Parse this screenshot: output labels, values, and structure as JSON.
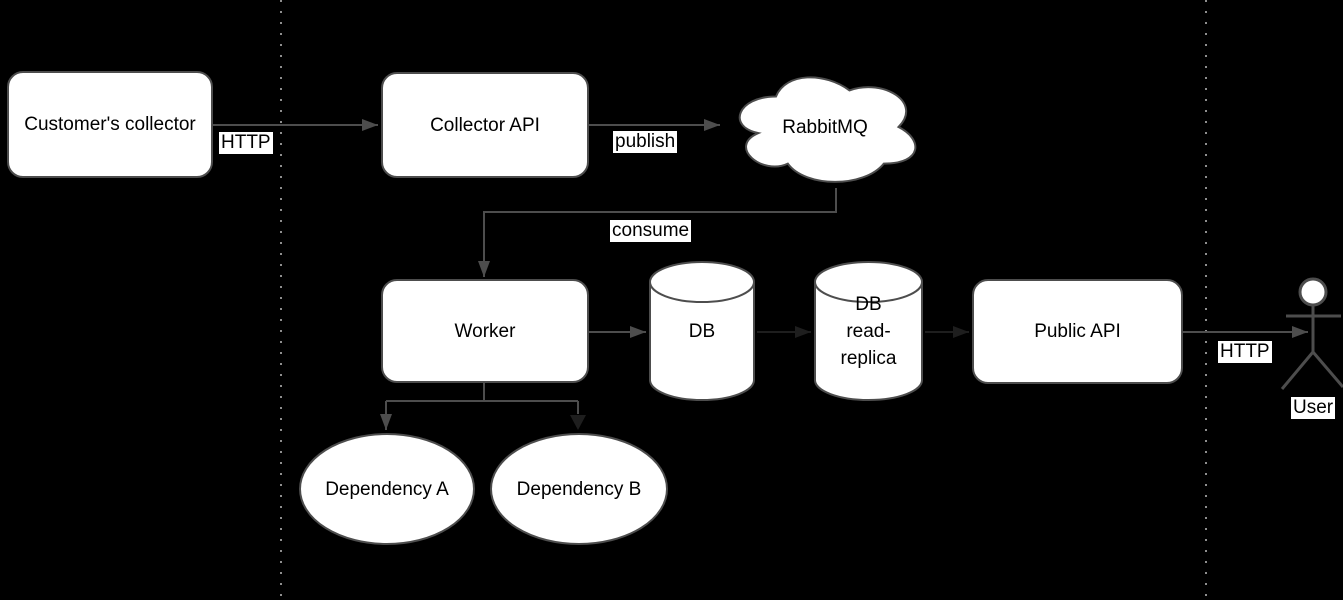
{
  "diagram_title": "",
  "colors": {
    "background": "#000000",
    "shape_fill": "#ffffff",
    "shape_stroke": "#4d4d4d",
    "faint_stroke": "#1e1e1e",
    "boundary_dotted": "#8f8f8f",
    "text": "#000000",
    "label_chip_bg": "#ffffff"
  },
  "nodes": {
    "customers_collector": {
      "label": "Customer's collector",
      "shape": "rounded-box"
    },
    "collector_api": {
      "label": "Collector API",
      "shape": "rounded-box"
    },
    "rabbitmq": {
      "label": "RabbitMQ",
      "shape": "cloud"
    },
    "worker": {
      "label": "Worker",
      "shape": "rounded-box"
    },
    "db": {
      "label": "DB",
      "shape": "cylinder"
    },
    "db_read_replica": {
      "label": "DB\nread-\nreplica",
      "shape": "cylinder"
    },
    "public_api": {
      "label": "Public API",
      "shape": "rounded-box"
    },
    "user": {
      "label": "User",
      "shape": "actor"
    },
    "dependency_a": {
      "label": "Dependency A",
      "shape": "ellipse"
    },
    "dependency_b": {
      "label": "Dependency B",
      "shape": "ellipse"
    }
  },
  "edges": [
    {
      "from": "customers-collector",
      "to": "collector-api",
      "label": "HTTP"
    },
    {
      "from": "collector-api",
      "to": "rabbitmq",
      "label": "publish"
    },
    {
      "from": "rabbitmq",
      "to": "worker",
      "label": "consume"
    },
    {
      "from": "worker",
      "to": "db",
      "label": ""
    },
    {
      "from": "db",
      "to": "db-read-replica",
      "label": ""
    },
    {
      "from": "db-read-replica",
      "to": "public-api",
      "label": ""
    },
    {
      "from": "public-api",
      "to": "user",
      "label": "HTTP"
    },
    {
      "from": "worker",
      "to": "dependency-a",
      "label": ""
    },
    {
      "from": "worker",
      "to": "dependency-b",
      "label": ""
    }
  ]
}
